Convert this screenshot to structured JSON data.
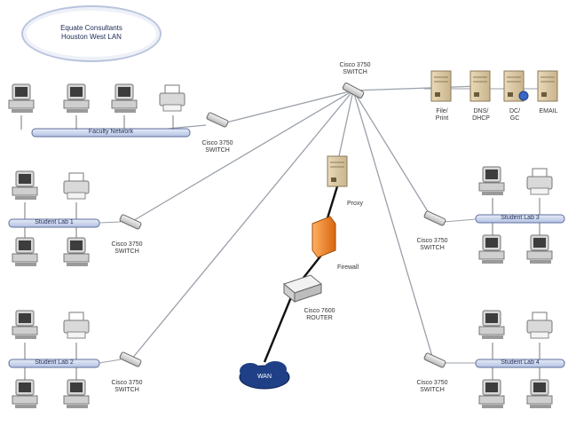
{
  "title": {
    "line1": "Equate Consultants",
    "line2": "Houston West LAN"
  },
  "core_switch": {
    "label_line1": "Cisco 3750",
    "label_line2": "SWITCH"
  },
  "servers": [
    {
      "line1": "File/",
      "line2": "Print"
    },
    {
      "line1": "DNS/",
      "line2": "DHCP"
    },
    {
      "line1": "DC/",
      "line2": "GC"
    },
    {
      "line1": "EMAIL",
      "line2": ""
    }
  ],
  "faculty_bus": "Faculty Network",
  "lan_buses": {
    "left_mid": "Student Lab 1",
    "left_bottom": "Student Lab 2",
    "right_mid": "Student Lab 3",
    "right_bottom": "Student Lab 4"
  },
  "access_switches": {
    "top_left": {
      "line1": "Cisco 3750",
      "line2": "SWITCH"
    },
    "left_mid": {
      "line1": "Cisco 3750",
      "line2": "SWITCH"
    },
    "left_bot": {
      "line1": "Cisco 3750",
      "line2": "SWITCH"
    },
    "right_mid": {
      "line1": "Cisco 3750",
      "line2": "SWITCH"
    },
    "right_bot": {
      "line1": "Cisco 3750",
      "line2": "SWITCH"
    }
  },
  "proxy": "Proxy",
  "firewall": "Firewall",
  "router": {
    "line1": "Cisco 7600",
    "line2": "ROUTER"
  },
  "wan": "WAN",
  "colors": {
    "bus": "#c8d3ec",
    "bus_border": "#5d6f9c",
    "line": "#9aa0aa",
    "wan_line": "#111111",
    "firewall": "#f08a24",
    "wan": "#1f3f86"
  }
}
